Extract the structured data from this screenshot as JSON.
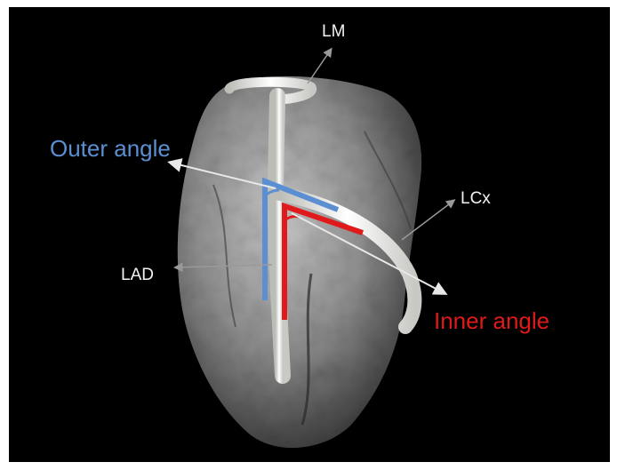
{
  "labels": {
    "lm": "LM",
    "lcx": "LCx",
    "lad": "LAD",
    "outer_angle": "Outer angle",
    "inner_angle": "Inner angle"
  },
  "colors": {
    "background": "#000000",
    "label_white": "#f2f2f2",
    "outer_angle_blue": "#5b8fd1",
    "inner_angle_red": "#e01a1a",
    "vessel": "#f2f2ef",
    "heart_tissue": "#9a9a9a"
  }
}
